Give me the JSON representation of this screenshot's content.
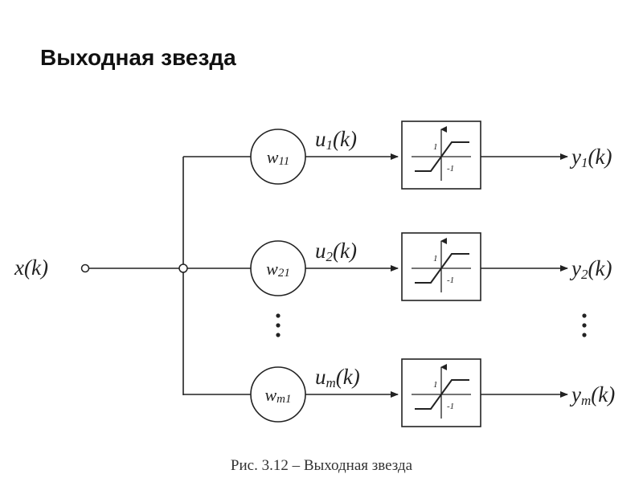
{
  "title": "Выходная звезда",
  "input": {
    "label": "x",
    "arg": "(k)"
  },
  "rows": [
    {
      "weight": "w",
      "weight_sub": "11",
      "u_label": "u",
      "u_sub": "1",
      "u_arg": "(k)",
      "y_label": "y",
      "y_sub": "1",
      "y_arg": "(k)",
      "tick_pos": "1",
      "tick_neg": "-1"
    },
    {
      "weight": "w",
      "weight_sub": "21",
      "u_label": "u",
      "u_sub": "2",
      "u_arg": "(k)",
      "y_label": "y",
      "y_sub": "2",
      "y_arg": "(k)",
      "tick_pos": "1",
      "tick_neg": "-1"
    },
    {
      "weight": "w",
      "weight_sub": "m1",
      "u_label": "u",
      "u_sub": "m",
      "u_arg": "(k)",
      "y_label": "y",
      "y_sub": "m",
      "y_arg": "(k)",
      "tick_pos": "1",
      "tick_neg": "-1"
    }
  ],
  "caption": "Рис. 3.12 – Выходная звезда",
  "colors": {
    "line": "#222222",
    "text": "#111111"
  }
}
